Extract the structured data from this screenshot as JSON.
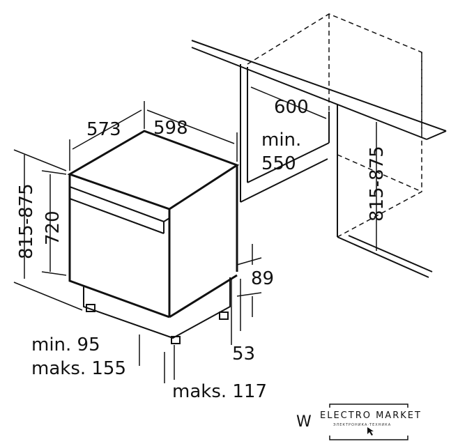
{
  "dimensions": {
    "depth": "573",
    "width": "598",
    "niche_width": "600",
    "niche_min_label": "min.",
    "niche_min_value": "550",
    "height_range_left": "815-875",
    "body_height": "720",
    "height_range_right": "815-875",
    "plinth_height": "89",
    "plinth_depth": "53",
    "foot_min": "min. 95",
    "foot_max": "maks. 155",
    "foot_offset": "maks. 117"
  },
  "watermark": {
    "prefix": "W",
    "brand": "ELECTRO MARKET",
    "subtitle": "ЭЛЕКТРОНИКА·ТЕХНИКА"
  }
}
